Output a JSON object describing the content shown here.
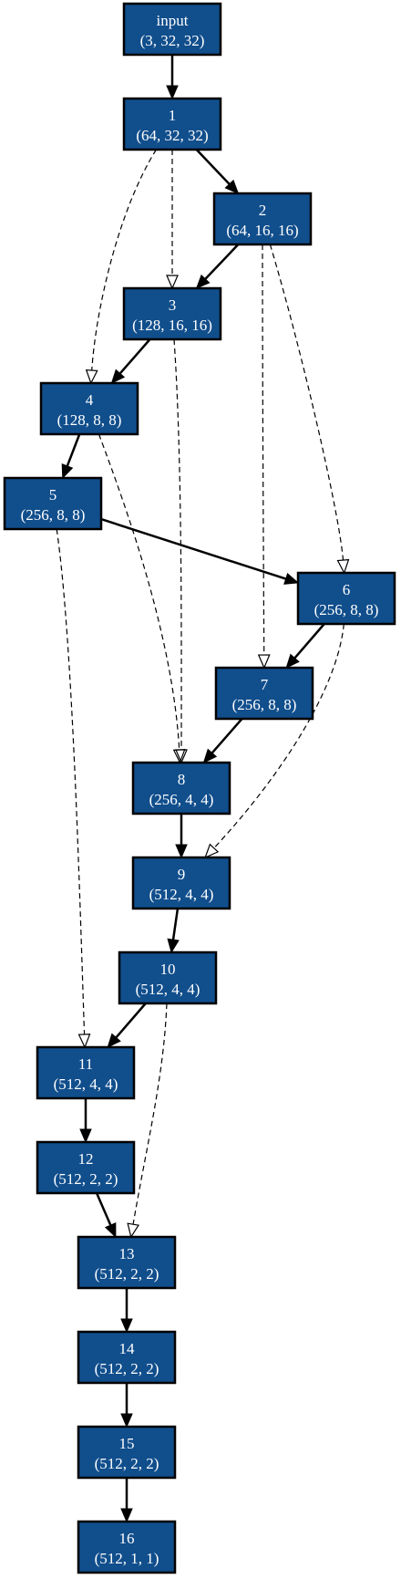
{
  "diagram": {
    "nodes": [
      {
        "id": "input",
        "label": "input",
        "shape": "(3, 32, 32)"
      },
      {
        "id": "n1",
        "label": "1",
        "shape": "(64, 32, 32)"
      },
      {
        "id": "n2",
        "label": "2",
        "shape": "(64, 16, 16)"
      },
      {
        "id": "n3",
        "label": "3",
        "shape": "(128, 16, 16)"
      },
      {
        "id": "n4",
        "label": "4",
        "shape": "(128, 8, 8)"
      },
      {
        "id": "n5",
        "label": "5",
        "shape": "(256, 8, 8)"
      },
      {
        "id": "n6",
        "label": "6",
        "shape": "(256, 8, 8)"
      },
      {
        "id": "n7",
        "label": "7",
        "shape": "(256, 8, 8)"
      },
      {
        "id": "n8",
        "label": "8",
        "shape": "(256, 4, 4)"
      },
      {
        "id": "n9",
        "label": "9",
        "shape": "(512, 4, 4)"
      },
      {
        "id": "n10",
        "label": "10",
        "shape": "(512, 4, 4)"
      },
      {
        "id": "n11",
        "label": "11",
        "shape": "(512, 4, 4)"
      },
      {
        "id": "n12",
        "label": "12",
        "shape": "(512, 2, 2)"
      },
      {
        "id": "n13",
        "label": "13",
        "shape": "(512, 2, 2)"
      },
      {
        "id": "n14",
        "label": "14",
        "shape": "(512, 2, 2)"
      },
      {
        "id": "n15",
        "label": "15",
        "shape": "(512, 2, 2)"
      },
      {
        "id": "n16",
        "label": "16",
        "shape": "(512, 1, 1)"
      }
    ],
    "edges": [
      {
        "from": "input",
        "to": "n1",
        "style": "solid"
      },
      {
        "from": "n1",
        "to": "n2",
        "style": "solid"
      },
      {
        "from": "n1",
        "to": "n3",
        "style": "dashed"
      },
      {
        "from": "n1",
        "to": "n4",
        "style": "dashed"
      },
      {
        "from": "n2",
        "to": "n3",
        "style": "solid"
      },
      {
        "from": "n2",
        "to": "n7",
        "style": "dashed"
      },
      {
        "from": "n2",
        "to": "n6",
        "style": "dashed"
      },
      {
        "from": "n3",
        "to": "n4",
        "style": "solid"
      },
      {
        "from": "n3",
        "to": "n8",
        "style": "dashed"
      },
      {
        "from": "n4",
        "to": "n5",
        "style": "solid"
      },
      {
        "from": "n4",
        "to": "n8",
        "style": "dashed"
      },
      {
        "from": "n5",
        "to": "n6",
        "style": "solid"
      },
      {
        "from": "n5",
        "to": "n11",
        "style": "dashed"
      },
      {
        "from": "n6",
        "to": "n7",
        "style": "solid"
      },
      {
        "from": "n6",
        "to": "n9",
        "style": "dashed"
      },
      {
        "from": "n7",
        "to": "n8",
        "style": "solid"
      },
      {
        "from": "n8",
        "to": "n9",
        "style": "solid"
      },
      {
        "from": "n9",
        "to": "n10",
        "style": "solid"
      },
      {
        "from": "n10",
        "to": "n11",
        "style": "solid"
      },
      {
        "from": "n10",
        "to": "n13",
        "style": "dashed"
      },
      {
        "from": "n11",
        "to": "n12",
        "style": "solid"
      },
      {
        "from": "n12",
        "to": "n13",
        "style": "solid"
      },
      {
        "from": "n13",
        "to": "n14",
        "style": "solid"
      },
      {
        "from": "n14",
        "to": "n15",
        "style": "solid"
      },
      {
        "from": "n15",
        "to": "n16",
        "style": "solid"
      }
    ]
  }
}
